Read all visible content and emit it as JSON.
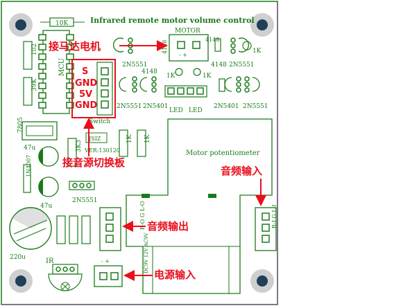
{
  "title": "Infrared remote motor volume control",
  "silkscreen": {
    "r_top": "10K",
    "mcu": "MCU",
    "r_102": "102",
    "r_39k": "39K",
    "reg": "7805",
    "cap47_a": "47u",
    "cap47_b": "47u",
    "diode": "1N4007",
    "cap220": "220u",
    "ir": "IR",
    "header_s": "S",
    "header_gnd1": "GND",
    "header_5v": "5V",
    "header_gnd2": "GND",
    "switch": "Switch",
    "jsiz": "JSIZ",
    "version": "VER:130120",
    "r_3k3": "3K3",
    "r_1k_a": "1K",
    "r_1k_b": "1K",
    "motor": "MOTOR",
    "d4148_a": "4148",
    "d4148_b": "4148",
    "d4148_c": "4148",
    "d4148_d": "4148",
    "t2n5551_a": "2N5551",
    "t2n5551_b": "2N5551",
    "t2n5551_c": "2N5551",
    "t2n5551_d": "2N5551",
    "t2n5551_e": "2N5551",
    "t2n5401_a": "2N5401",
    "t2n5401_b": "2N5401",
    "r_1k_c": "1K",
    "r_1k_d": "1K",
    "r_1k_e": "1K",
    "led_a": "LED",
    "led_b": "LED",
    "pot": "Motor potentiometer",
    "rgl": "R-I G L-I",
    "rol": "R-O G L-O",
    "power": "DC9V 12V AC9V"
  },
  "annotations": {
    "motor_connect": "接马达电机",
    "audio_switch": "接音源切换板",
    "audio_in": "音频输入",
    "audio_out": "音频输出",
    "power_in": "电源输入"
  },
  "colors": {
    "board": "#ffffff",
    "silkscreen": "#1a7a1a",
    "annotation": "#e8101c",
    "hole": "#1f3f5a",
    "border": "#7a2a8a"
  }
}
